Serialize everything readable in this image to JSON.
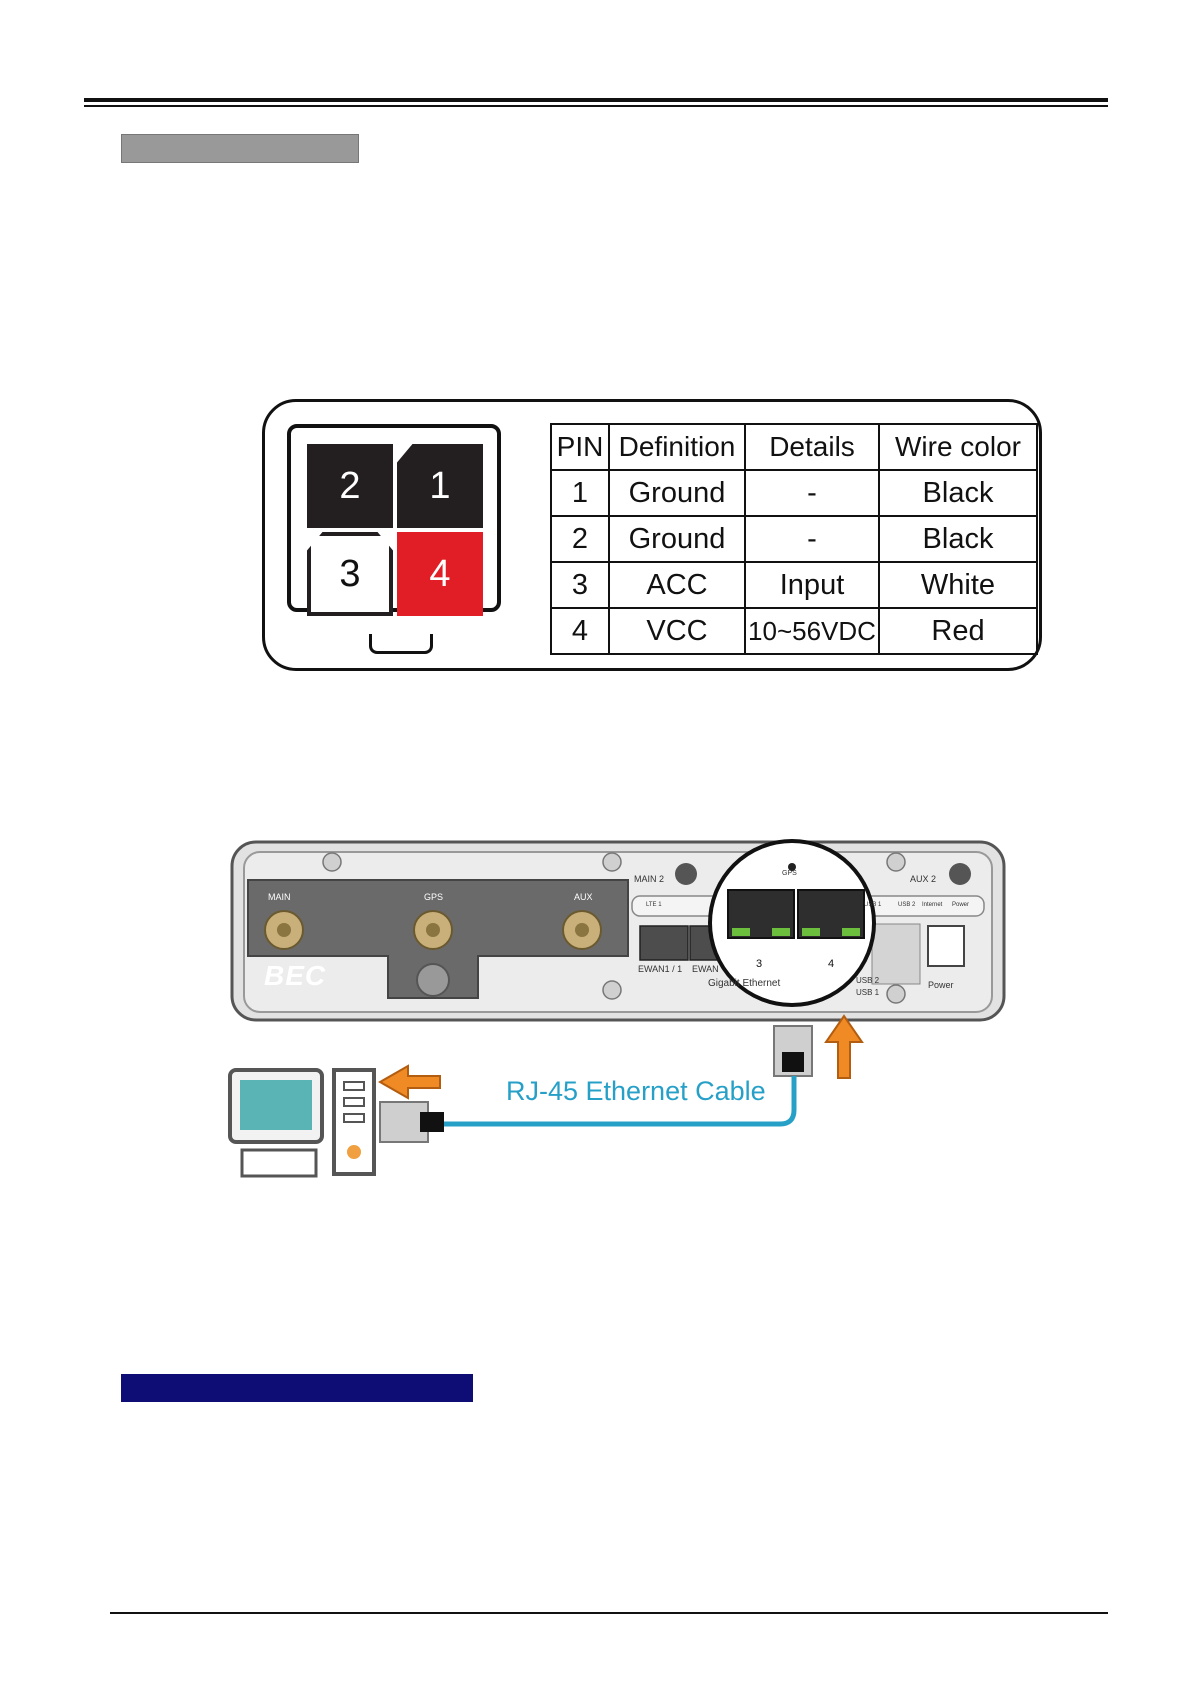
{
  "pin_table": {
    "headers": [
      "PIN",
      "Definition",
      "Details",
      "Wire color"
    ],
    "rows": [
      [
        "1",
        "Ground",
        "-",
        "Black"
      ],
      [
        "2",
        "Ground",
        "-",
        "Black"
      ],
      [
        "3",
        "ACC",
        "Input",
        "White"
      ],
      [
        "4",
        "VCC",
        "10~56VDC",
        "Red"
      ]
    ]
  },
  "connector": {
    "pins": [
      "2",
      "1",
      "3",
      "4"
    ],
    "colors": {
      "dark": "#231f20",
      "red": "#e11d26"
    }
  },
  "router": {
    "brand": "BEC",
    "antenna_labels": [
      "MAIN",
      "GPS",
      "AUX"
    ],
    "top_labels": [
      "MAIN 2",
      "AUX 2"
    ],
    "gps_label": "GPS",
    "led_labels": [
      "LTE 1",
      "USB 1",
      "USB 2",
      "Internet",
      "Power"
    ],
    "port_labels": [
      "EWAN1 / 1",
      "EWAN",
      "Gigabit Ethernet"
    ],
    "zoom_port_numbers": [
      "3",
      "4"
    ],
    "usb_labels": [
      "USB 2",
      "USB 1"
    ],
    "power_label": "Power"
  },
  "cable_label": "RJ-45 Ethernet Cable",
  "colors": {
    "cable": "#27a0c8",
    "arrow": "#f08a24",
    "navy": "#0d0d75",
    "grey": "#999999"
  }
}
